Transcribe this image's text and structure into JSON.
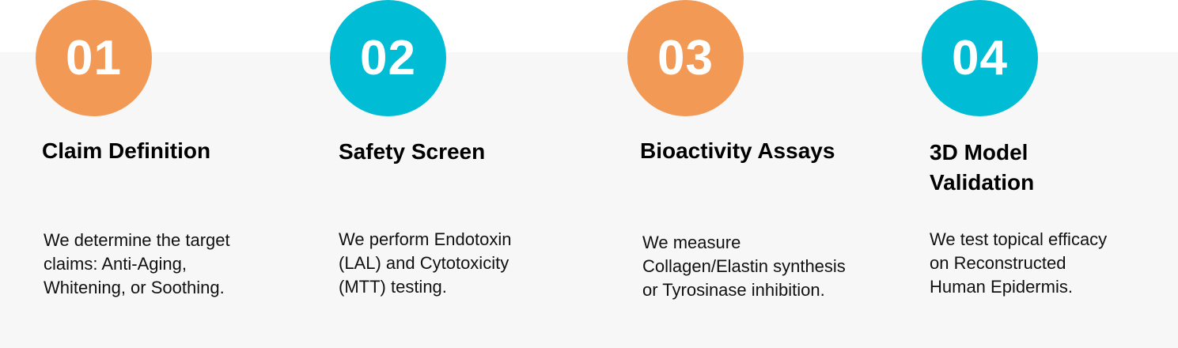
{
  "colors": {
    "orange": "#f29a55",
    "teal": "#00bcd4",
    "band": "#f7f7f7"
  },
  "steps": [
    {
      "number": "01",
      "color": "orange",
      "title": "Claim Definition",
      "description": [
        "We determine the target",
        "claims: Anti-Aging,",
        "Whitening, or Soothing."
      ]
    },
    {
      "number": "02",
      "color": "teal",
      "title": "Safety Screen",
      "description": [
        "We perform Endotoxin",
        "(LAL) and Cytotoxicity",
        "(MTT) testing."
      ]
    },
    {
      "number": "03",
      "color": "orange",
      "title": "Bioactivity Assays",
      "description": [
        "We measure",
        "Collagen/Elastin synthesis",
        "or Tyrosinase inhibition."
      ]
    },
    {
      "number": "04",
      "color": "teal",
      "title_lines": [
        "3D Model",
        "Validation"
      ],
      "description": [
        "We test topical efficacy",
        "on Reconstructed",
        "Human Epidermis."
      ]
    }
  ]
}
